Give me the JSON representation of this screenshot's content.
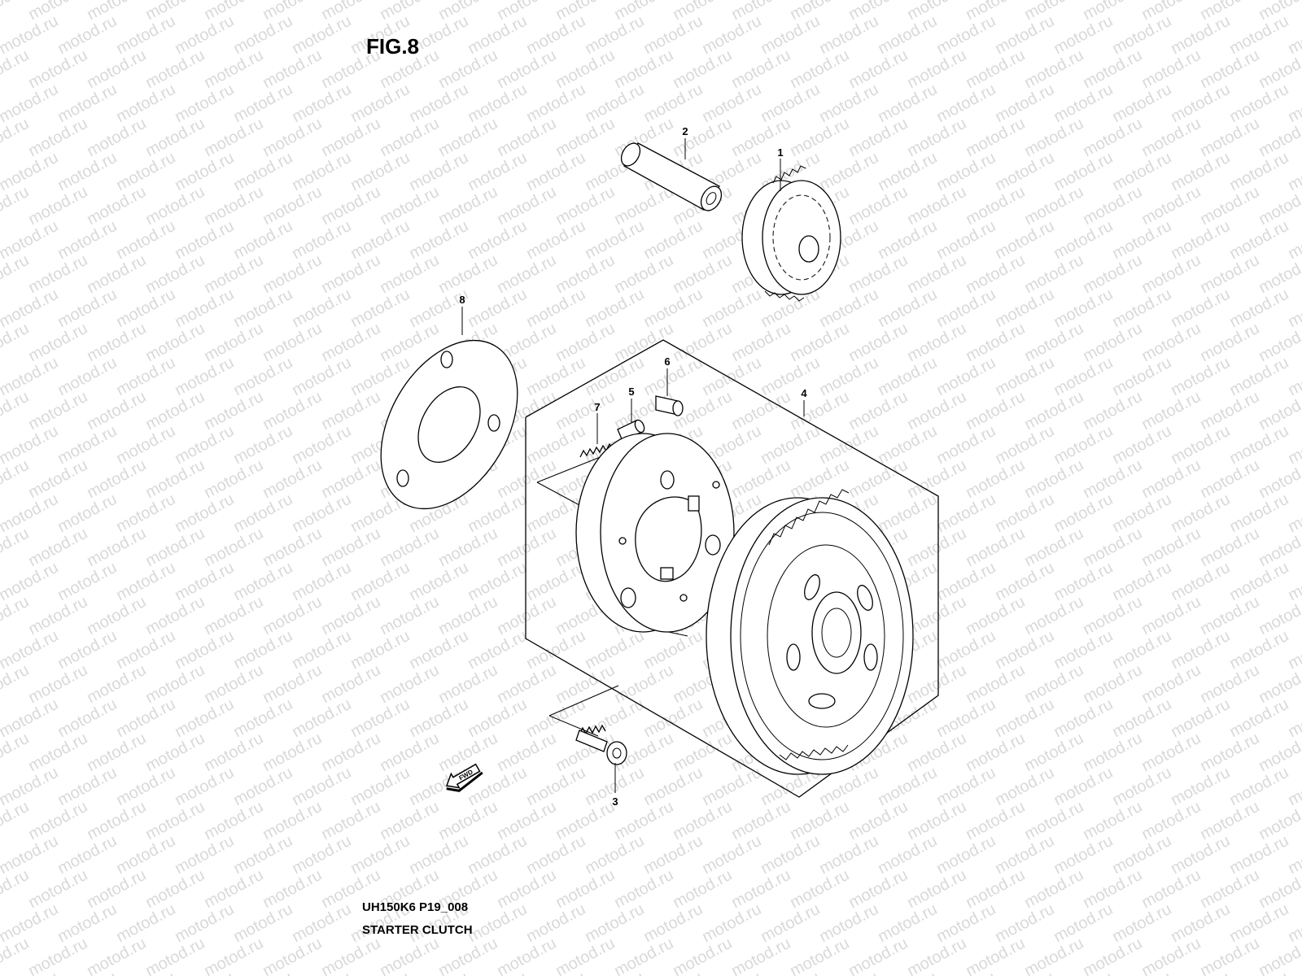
{
  "figure": {
    "title": "FIG.8",
    "code": "UH150K6 P19_008",
    "name": "STARTER CLUTCH"
  },
  "callouts": [
    "1",
    "2",
    "3",
    "4",
    "5",
    "6",
    "7",
    "8"
  ],
  "direction_label": "FWD",
  "watermark_text": "motod.ru"
}
